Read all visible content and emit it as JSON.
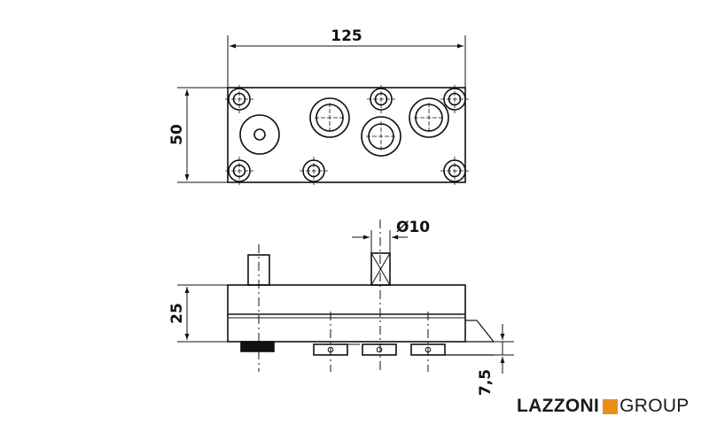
{
  "dimensions": {
    "width": "125",
    "height": "50",
    "side_height": "25",
    "pin_diameter": "Ø10",
    "offset": "7,5"
  },
  "logo": {
    "brand": "LAZZONI",
    "group": "GROUP",
    "accent_color": "#e8901a"
  }
}
